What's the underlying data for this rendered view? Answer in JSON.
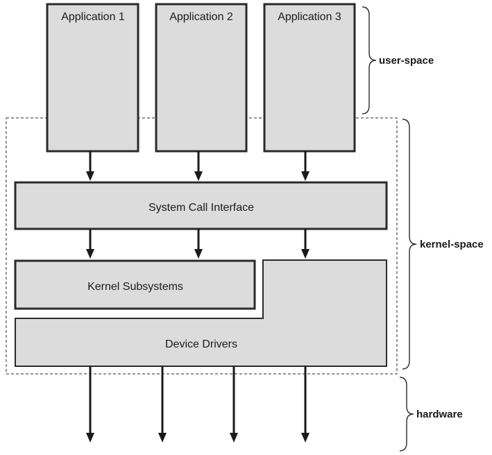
{
  "applications": [
    {
      "label": "Application 1"
    },
    {
      "label": "Application 2"
    },
    {
      "label": "Application 3"
    }
  ],
  "system_call_interface": {
    "label": "System Call Interface"
  },
  "kernel_subsystems": {
    "label": "Kernel Subsystems"
  },
  "device_drivers": {
    "label": "Device Drivers"
  },
  "regions": {
    "user_space": "user-space",
    "kernel_space": "kernel-space",
    "hardware": "hardware"
  }
}
